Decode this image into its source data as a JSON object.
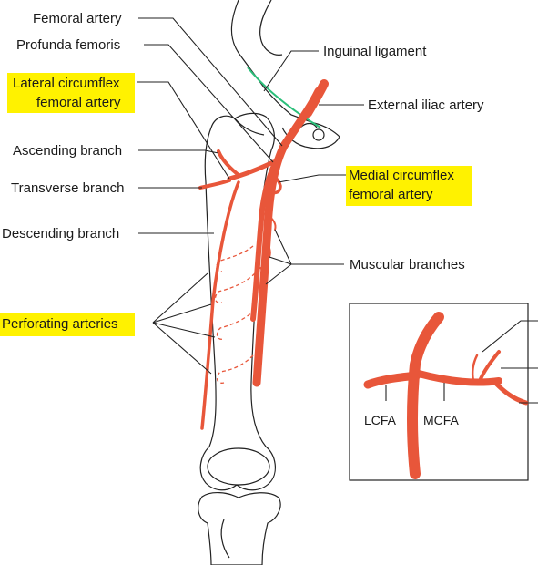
{
  "colors": {
    "artery": "#e8563a",
    "highlight": "#fff200",
    "ligament": "#2bbf7a",
    "line": "#222222"
  },
  "labels": {
    "femoral_artery": "Femoral artery",
    "profunda_femoris": "Profunda femoris",
    "lateral_circumflex_line1": "Lateral circumflex",
    "lateral_circumflex_line2": "femoral artery",
    "ascending_branch": "Ascending branch",
    "transverse_branch": "Transverse branch",
    "descending_branch": "Descending branch",
    "perforating_arteries": "Perforating arteries",
    "inguinal_ligament": "Inguinal ligament",
    "external_iliac_artery": "External iliac artery",
    "medial_circumflex_line1": "Medial circumflex",
    "medial_circumflex_line2": "femoral artery",
    "muscular_branches": "Muscular branches"
  },
  "inset": {
    "lcfa": "LCFA",
    "mcfa": "MCFA"
  },
  "highlighted": [
    "lateral_circumflex",
    "medial_circumflex",
    "perforating_arteries"
  ]
}
